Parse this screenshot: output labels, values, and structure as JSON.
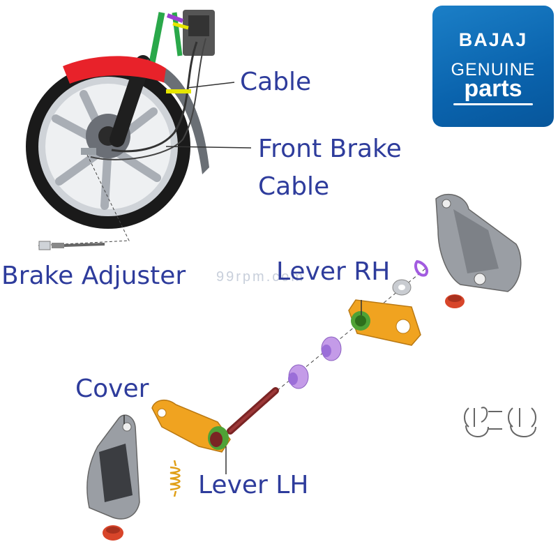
{
  "labels": {
    "cable": "Cable",
    "front_brake_cable_line1": "Front Brake",
    "front_brake_cable_line2": "Cable",
    "brake_adjuster": "Brake Adjuster",
    "lever_rh": "Lever RH",
    "lever_lh": "Lever LH",
    "cover": "Cover"
  },
  "badge": {
    "brand": "BAJAJ",
    "line1": "GENUINE",
    "line2": "parts"
  },
  "watermark": "99rpm.com",
  "colors": {
    "label_text": "#2e3c9c",
    "badge_bg": "#0a63ad",
    "lever": "#f0a320",
    "bushing": "#c49be8",
    "fender": "#e8222a",
    "rubber": "#d8452a"
  }
}
